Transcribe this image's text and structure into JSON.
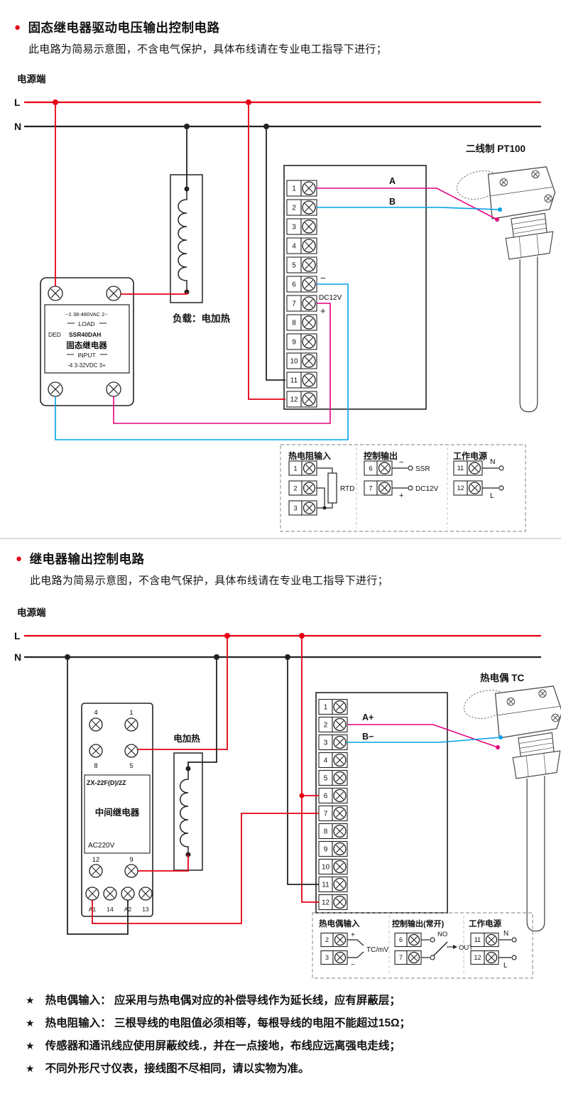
{
  "colors": {
    "line_red": "#e60012",
    "wire_magenta": "#e4007f",
    "wire_blue": "#00a0e9",
    "ink": "#1a1a1a"
  },
  "section1": {
    "bullet": "●",
    "title": "固态继电器驱动电压输出控制电路",
    "subtitle": "此电路为简易示意图，不含电气保护，具体布线请在专业电工指导下进行；",
    "power_label": "电源端",
    "l_label": "L",
    "n_label": "N",
    "sensor_label": "二线制 PT100",
    "load_label": "负载：电加热",
    "wire_a_label": "A",
    "wire_b_label": "B",
    "minus_label": "−",
    "plus_label": "+",
    "dc12v_label": "DC12V",
    "terminals": [
      "1",
      "2",
      "3",
      "4",
      "5",
      "6",
      "7",
      "8",
      "9",
      "10",
      "11",
      "12"
    ],
    "ssr": {
      "rating_top": "~1  38-480VAC  2~",
      "load": "LOAD",
      "brand": "DED",
      "model": "SSR40DAH",
      "name": "固态继电器",
      "input": "INPUT",
      "rating_bottom": "-4  3-32VDC  3+"
    },
    "detail": {
      "rtd_header": "热电阻输入",
      "rtd_terminals": [
        "1",
        "2",
        "3"
      ],
      "rtd_label": "RTD",
      "ctrl_header": "控制输出",
      "ctrl_terminals": [
        "6",
        "7"
      ],
      "ctrl_minus": "−",
      "ctrl_plus": "+",
      "ssr_label": "SSR",
      "dc12v_label": "DC12V",
      "power_header": "工作电源",
      "power_terminals": [
        "11",
        "12"
      ],
      "power_n": "N",
      "power_l": "L"
    }
  },
  "section2": {
    "bullet": "●",
    "title": "继电器输出控制电路",
    "subtitle": "此电路为简易示意图，不含电气保护，具体布线请在专业电工指导下进行；",
    "power_label": "电源端",
    "l_label": "L",
    "n_label": "N",
    "sensor_label": "热电偶 TC",
    "heater_label": "电加热",
    "wire_a_label": "A+",
    "wire_b_label": "B−",
    "terminals": [
      "1",
      "2",
      "3",
      "4",
      "5",
      "6",
      "7",
      "8",
      "9",
      "10",
      "11",
      "12"
    ],
    "relay": {
      "model": "ZX-22F(D)/2Z",
      "name": "中间继电器",
      "voltage": "AC220V",
      "pins": [
        "4",
        "1",
        "8",
        "5",
        "12",
        "9",
        "A1",
        "14",
        "A2",
        "13"
      ]
    },
    "detail": {
      "tc_header": "热电偶输入",
      "tc_terminals": [
        "2",
        "3"
      ],
      "tc_plus": "+",
      "tc_minus": "−",
      "tc_label": "TC/mV",
      "ctrl_header": "控制输出(常开)",
      "ctrl_terminals": [
        "6",
        "7"
      ],
      "no_label": "NO",
      "out_label": "OUT",
      "power_header": "工作电源",
      "power_terminals": [
        "11",
        "12"
      ],
      "power_n": "N",
      "power_l": "L"
    }
  },
  "note_star": "★",
  "notes": [
    "热电偶输入： 应采用与热电偶对应的补偿导线作为延长线，应有屏蔽层；",
    "热电阻输入： 三根导线的电阻值必须相等，每根导线的电阻不能超过15Ω；",
    "传感器和通讯线应使用屏蔽绞线.，并在一点接地，布线应远离强电走线；",
    "不同外形尺寸仪表，接线图不尽相同，请以实物为准。"
  ]
}
